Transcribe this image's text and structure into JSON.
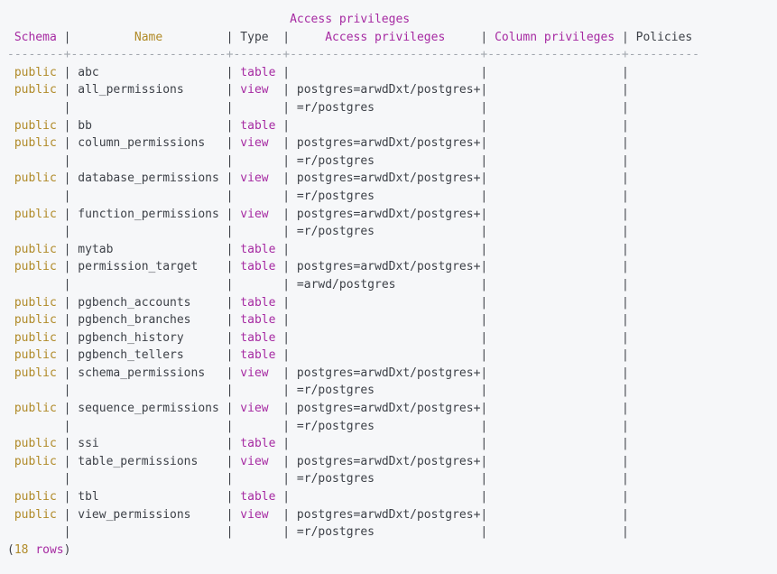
{
  "colors": {
    "background": "#f6f7f9",
    "text": "#3d4148",
    "magenta": "#a62aa2",
    "gold": "#b08a28",
    "separator_gray": "#a2a7ae"
  },
  "terminal": {
    "title": "Access privileges",
    "header": {
      "schema": "Schema",
      "name": "Name",
      "type": "Type",
      "access": "Access privileges",
      "column": "Column privileges",
      "policies": "Policies"
    },
    "rows": [
      {
        "schema": "public",
        "name": "abc",
        "type": "table",
        "access": []
      },
      {
        "schema": "public",
        "name": "all_permissions",
        "type": "view",
        "access": [
          "postgres=arwdDxt/postgres+",
          "=r/postgres"
        ]
      },
      {
        "schema": "public",
        "name": "bb",
        "type": "table",
        "access": []
      },
      {
        "schema": "public",
        "name": "column_permissions",
        "type": "view",
        "access": [
          "postgres=arwdDxt/postgres+",
          "=r/postgres"
        ]
      },
      {
        "schema": "public",
        "name": "database_permissions",
        "type": "view",
        "access": [
          "postgres=arwdDxt/postgres+",
          "=r/postgres"
        ]
      },
      {
        "schema": "public",
        "name": "function_permissions",
        "type": "view",
        "access": [
          "postgres=arwdDxt/postgres+",
          "=r/postgres"
        ]
      },
      {
        "schema": "public",
        "name": "mytab",
        "type": "table",
        "access": []
      },
      {
        "schema": "public",
        "name": "permission_target",
        "type": "table",
        "access": [
          "postgres=arwdDxt/postgres+",
          "=arwd/postgres"
        ]
      },
      {
        "schema": "public",
        "name": "pgbench_accounts",
        "type": "table",
        "access": []
      },
      {
        "schema": "public",
        "name": "pgbench_branches",
        "type": "table",
        "access": []
      },
      {
        "schema": "public",
        "name": "pgbench_history",
        "type": "table",
        "access": []
      },
      {
        "schema": "public",
        "name": "pgbench_tellers",
        "type": "table",
        "access": []
      },
      {
        "schema": "public",
        "name": "schema_permissions",
        "type": "view",
        "access": [
          "postgres=arwdDxt/postgres+",
          "=r/postgres"
        ]
      },
      {
        "schema": "public",
        "name": "sequence_permissions",
        "type": "view",
        "access": [
          "postgres=arwdDxt/postgres+",
          "=r/postgres"
        ]
      },
      {
        "schema": "public",
        "name": "ssi",
        "type": "table",
        "access": []
      },
      {
        "schema": "public",
        "name": "table_permissions",
        "type": "view",
        "access": [
          "postgres=arwdDxt/postgres+",
          "=r/postgres"
        ]
      },
      {
        "schema": "public",
        "name": "tbl",
        "type": "table",
        "access": []
      },
      {
        "schema": "public",
        "name": "view_permissions",
        "type": "view",
        "access": [
          "postgres=arwdDxt/postgres+",
          "=r/postgres"
        ]
      }
    ],
    "footer": {
      "prefix": "(",
      "count": "18",
      "sep": " ",
      "unit": "rows",
      "suffix": ")"
    }
  }
}
